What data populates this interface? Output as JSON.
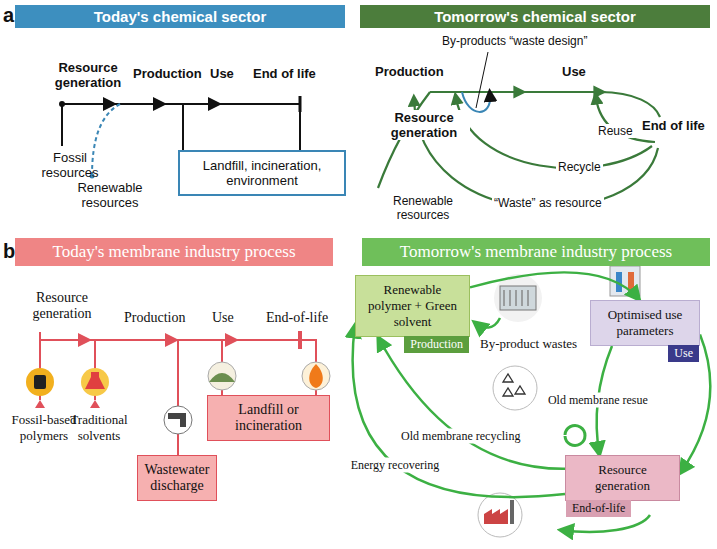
{
  "diagram": {
    "nodes": [
      {
        "text": [
          "Today's chemical sector"
        ]
      },
      {
        "text": [
          "Tomorrow's chemical sector"
        ]
      },
      {
        "text": [
          "Landfill, incineration, environment"
        ]
      },
      {
        "text": [
          "Today's membrane industry process"
        ]
      },
      {
        "text": [
          "Tomorrow's membrane industry process"
        ]
      },
      {
        "text": [
          "Wastewater discharge"
        ]
      },
      {
        "text": [
          "Landfill or incineration"
        ]
      },
      {
        "text": [
          "Renewable polymer + Green solvent",
          "Production"
        ]
      },
      {
        "text": [
          "Optimised use parameters",
          "Use"
        ]
      },
      {
        "text": [
          "Resource generation",
          "End-of-life"
        ]
      }
    ],
    "edges": [
      {
        "from": 7,
        "to": 8,
        "arrow": "to"
      },
      {
        "from": 8,
        "to": 9,
        "arrow": "to"
      },
      {
        "from": 8,
        "to": 9,
        "label": "Old membrane resue",
        "arrow": "to"
      },
      {
        "from": 9,
        "to": 7,
        "label": "Old membrane recycling",
        "arrow": "to"
      },
      {
        "from": 9,
        "to": 7,
        "label": "Energy recovering",
        "arrow": "to"
      }
    ],
    "labels": [
      "a",
      "Resource generation",
      "Production",
      "Use",
      "End of life",
      "Fossil resources",
      "Renewable resources",
      "By-products “waste design”",
      "Production",
      "Use",
      "Resource generation",
      "End of life",
      "Renewable resources",
      "Reuse",
      "Recycle",
      "“Waste” as resource",
      "b",
      "Resource generation",
      "Production",
      "Use",
      "End-of-life",
      "Fossil-based polymers",
      "Traditional solvents",
      "By-product wastes"
    ]
  }
}
